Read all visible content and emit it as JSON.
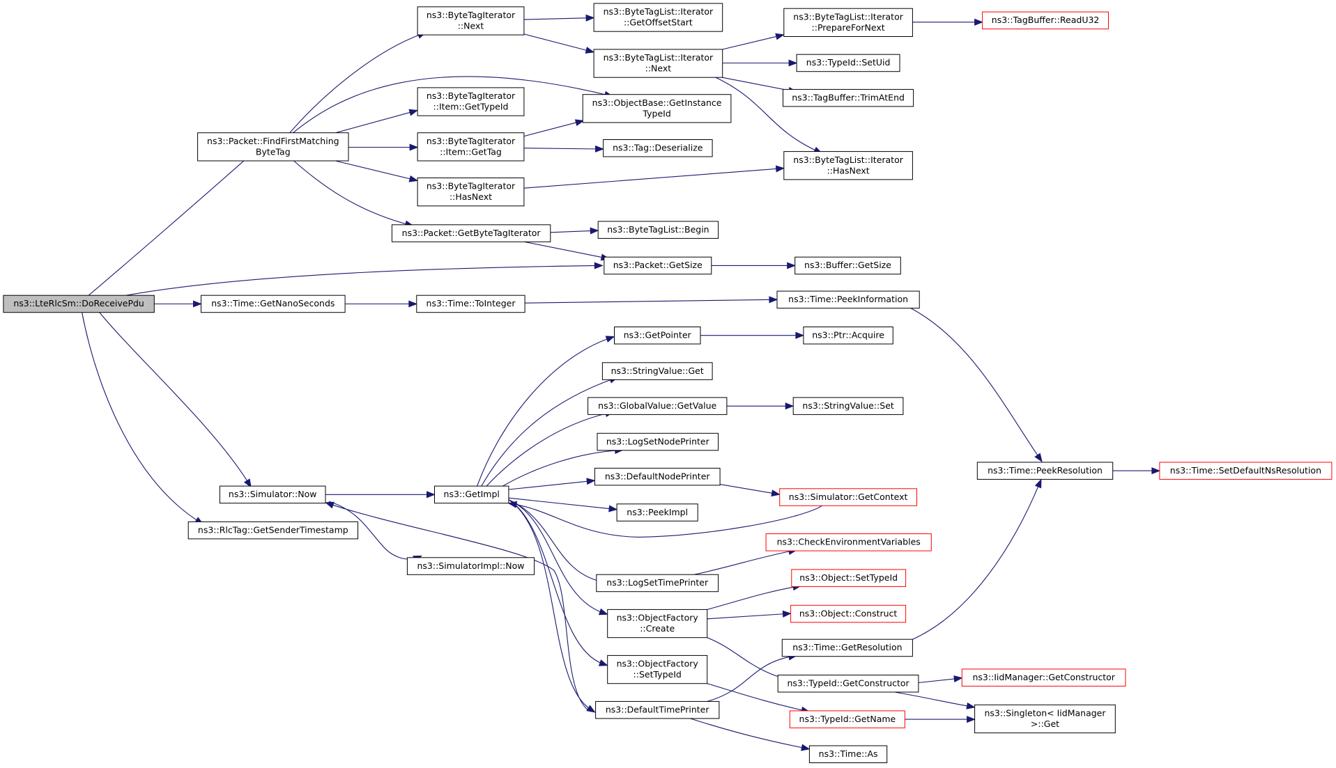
{
  "colors": {
    "edge": "#191970",
    "root_fill": "#bfbfbf",
    "highlight_border": "#ff0000"
  },
  "nodes": {
    "root": [
      "ns3::LteRlcSm::DoReceivePdu"
    ],
    "findFirst": [
      "ns3::Packet::FindFirstMatching",
      "ByteTag"
    ],
    "timeGetNano": [
      "ns3::Time::GetNanoSeconds"
    ],
    "simNow": [
      "ns3::Simulator::Now"
    ],
    "rlcTag": [
      "ns3::RlcTag::GetSenderTimestamp"
    ],
    "btiNext": [
      "ns3::ByteTagIterator",
      "::Next"
    ],
    "btiItemType": [
      "ns3::ByteTagIterator",
      "::Item::GetTypeId"
    ],
    "btiItemTag": [
      "ns3::ByteTagIterator",
      "::Item::GetTag"
    ],
    "btiHasNext": [
      "ns3::ByteTagIterator",
      "::HasNext"
    ],
    "pktGetBti": [
      "ns3::Packet::GetByteTagIterator"
    ],
    "timeToInt": [
      "ns3::Time::ToInteger"
    ],
    "getImpl": [
      "ns3::GetImpl"
    ],
    "simImplNow": [
      "ns3::SimulatorImpl::Now"
    ],
    "btlOffset": [
      "ns3::ByteTagList::Iterator",
      "::GetOffsetStart"
    ],
    "btlNext": [
      "ns3::ByteTagList::Iterator",
      "::Next"
    ],
    "objGetInst": [
      "ns3::ObjectBase::GetInstance",
      "TypeId"
    ],
    "tagDeser": [
      "ns3::Tag::Deserialize"
    ],
    "btlBegin": [
      "ns3::ByteTagList::Begin"
    ],
    "pktGetSize": [
      "ns3::Packet::GetSize"
    ],
    "getPointer": [
      "ns3::GetPointer"
    ],
    "strValGet": [
      "ns3::StringValue::Get"
    ],
    "globalGetValue": [
      "ns3::GlobalValue::GetValue"
    ],
    "logNodePrinter": [
      "ns3::LogSetNodePrinter"
    ],
    "defNodePrinter": [
      "ns3::DefaultNodePrinter"
    ],
    "peekImpl": [
      "ns3::PeekImpl"
    ],
    "logTimePrinter": [
      "ns3::LogSetTimePrinter"
    ],
    "objFactCreate": [
      "ns3::ObjectFactory",
      "::Create"
    ],
    "objFactSetType": [
      "ns3::ObjectFactory",
      "::SetTypeId"
    ],
    "defTimePrinter": [
      "ns3::DefaultTimePrinter"
    ],
    "btlPrepare": [
      "ns3::ByteTagList::Iterator",
      "::PrepareForNext"
    ],
    "typeSetUid": [
      "ns3::TypeId::SetUid"
    ],
    "tagBufTrim": [
      "ns3::TagBuffer::TrimAtEnd"
    ],
    "btlHasNext": [
      "ns3::ByteTagList::Iterator",
      "::HasNext"
    ],
    "bufGetSize": [
      "ns3::Buffer::GetSize"
    ],
    "timePeekInfo": [
      "ns3::Time::PeekInformation"
    ],
    "ptrAcquire": [
      "ns3::Ptr::Acquire"
    ],
    "strValSet": [
      "ns3::StringValue::Set"
    ],
    "simGetContext": [
      "ns3::Simulator::GetContext"
    ],
    "checkEnv": [
      "ns3::CheckEnvironmentVariables"
    ],
    "objSetType": [
      "ns3::Object::SetTypeId"
    ],
    "objConstruct": [
      "ns3::Object::Construct"
    ],
    "timeGetRes": [
      "ns3::Time::GetResolution"
    ],
    "typeGetCtor": [
      "ns3::TypeId::GetConstructor"
    ],
    "typeGetName": [
      "ns3::TypeId::GetName"
    ],
    "timeAs": [
      "ns3::Time::As"
    ],
    "tagBufRead": [
      "ns3::TagBuffer::ReadU32"
    ],
    "timePeekRes": [
      "ns3::Time::PeekResolution"
    ],
    "iidGetCtor": [
      "ns3::IidManager::GetConstructor"
    ],
    "singletonGet": [
      "ns3::Singleton< IidManager",
      ">::Get"
    ],
    "timeSetDefault": [
      "ns3::Time::SetDefaultNsResolution"
    ]
  }
}
